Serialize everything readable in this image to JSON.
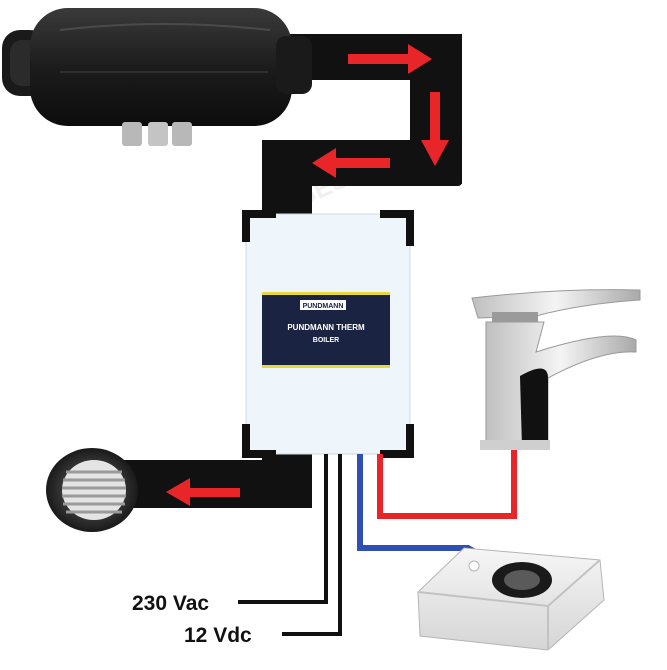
{
  "boiler": {
    "brand": "PUNDMANN",
    "label_line1": "PUNDMANN THERM",
    "label_line2": "BOILER"
  },
  "power": {
    "ac_label": "230 Vac",
    "dc_label": "12 Vdc"
  },
  "watermark": "GES",
  "colors": {
    "duct": "#111111",
    "arrow": "#e8262a",
    "hot_water": "#e8262a",
    "cold_water": "#2f4fb5",
    "boiler_body": "#eef5fb",
    "label_navy": "#1b2342",
    "label_stripe": "#e8d93a"
  }
}
